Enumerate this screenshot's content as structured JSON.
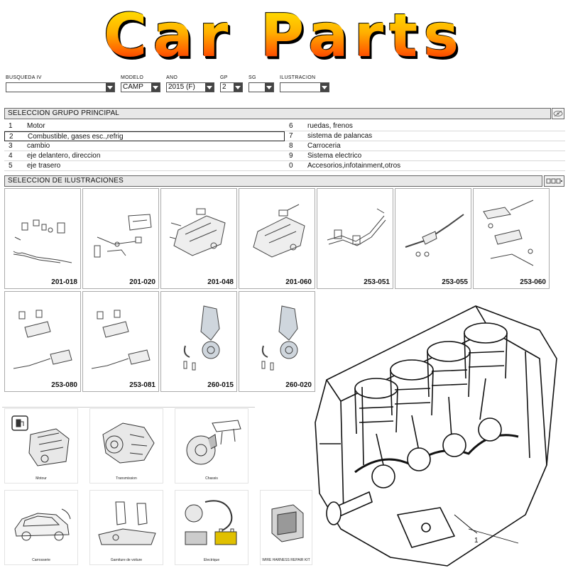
{
  "banner": {
    "title": "Car Parts"
  },
  "filters": [
    {
      "label": "BUSQUEDA IV",
      "value": ""
    },
    {
      "label": "MODELO",
      "value": "CAMP"
    },
    {
      "label": "ANO",
      "value": "2015 (F)"
    },
    {
      "label": "GP",
      "value": "2"
    },
    {
      "label": "SG",
      "value": ""
    },
    {
      "label": "ILUSTRACION",
      "value": ""
    }
  ],
  "main_group": {
    "title": "SELECCION GRUPO PRINCIPAL",
    "left": [
      {
        "num": "1",
        "label": "Motor"
      },
      {
        "num": "2",
        "label": "Combustible, gases esc.,refrig"
      },
      {
        "num": "3",
        "label": "cambio"
      },
      {
        "num": "4",
        "label": "eje delantero, direccion"
      },
      {
        "num": "5",
        "label": "eje trasero"
      }
    ],
    "right": [
      {
        "num": "6",
        "label": "ruedas, frenos"
      },
      {
        "num": "7",
        "label": "sistema de palancas"
      },
      {
        "num": "8",
        "label": "Carroceria"
      },
      {
        "num": "9",
        "label": "Sistema electrico"
      },
      {
        "num": "0",
        "label": "Accesorios,infotainment,otros"
      }
    ],
    "selected": "2"
  },
  "illustrations": {
    "title": "SELECCION DE ILUSTRACIONES",
    "items": [
      "201-018",
      "201-020",
      "201-048",
      "201-060",
      "253-051",
      "253-055",
      "253-060",
      "253-080",
      "253-081",
      "260-015",
      "260-020"
    ]
  },
  "shop": {
    "cards": [
      {
        "caption": "Motour"
      },
      {
        "caption": "Transmission"
      },
      {
        "caption": "Chassis"
      },
      {
        "caption": "Carrosserie"
      },
      {
        "caption": "Garniture de voiture"
      },
      {
        "caption": "Electrique"
      },
      {
        "caption": "WIRE HARNESS REPAIR KIT"
      }
    ]
  },
  "engine": {
    "callout": "1"
  }
}
